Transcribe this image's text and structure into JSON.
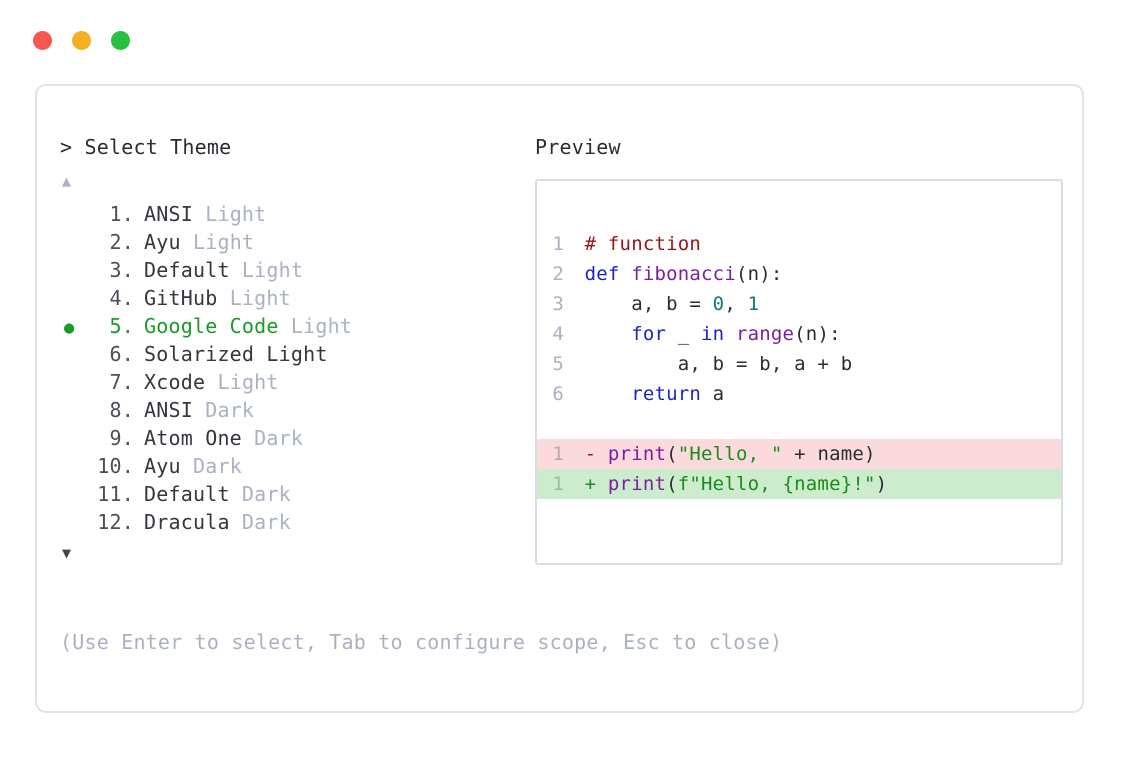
{
  "window": {
    "dots": [
      {
        "name": "close",
        "color": "#f9564f"
      },
      {
        "name": "minimize",
        "color": "#f6b024"
      },
      {
        "name": "maximize",
        "color": "#28c03e"
      }
    ]
  },
  "picker": {
    "prompt_caret": ">",
    "prompt_label": "Select Theme",
    "scroll_up": "▲",
    "scroll_down": "▼",
    "bullet_glyph": "●",
    "selected_index": 5,
    "items": [
      {
        "num": "1.",
        "name": "ANSI",
        "variant": " Light"
      },
      {
        "num": "2.",
        "name": "Ayu",
        "variant": " Light"
      },
      {
        "num": "3.",
        "name": "Default",
        "variant": " Light"
      },
      {
        "num": "4.",
        "name": "GitHub",
        "variant": " Light"
      },
      {
        "num": "5.",
        "name": "Google Code",
        "variant": " Light"
      },
      {
        "num": "6.",
        "name": "Solarized Light",
        "variant": ""
      },
      {
        "num": "7.",
        "name": "Xcode",
        "variant": " Light"
      },
      {
        "num": "8.",
        "name": "ANSI",
        "variant": " Dark"
      },
      {
        "num": "9.",
        "name": "Atom One",
        "variant": " Dark"
      },
      {
        "num": "10.",
        "name": "Ayu",
        "variant": " Dark"
      },
      {
        "num": "11.",
        "name": "Default",
        "variant": " Dark"
      },
      {
        "num": "12.",
        "name": "Dracula",
        "variant": " Dark"
      }
    ],
    "hint": "(Use Enter to select, Tab to configure scope, Esc to close)"
  },
  "preview": {
    "title": "Preview",
    "code_lines": [
      {
        "ln": "1",
        "diff": "",
        "tokens": [
          {
            "t": " ",
            "c": "plain"
          },
          {
            "t": "# function",
            "c": "comment"
          }
        ]
      },
      {
        "ln": "2",
        "diff": "",
        "tokens": [
          {
            "t": " ",
            "c": "plain"
          },
          {
            "t": "def",
            "c": "kw"
          },
          {
            "t": " ",
            "c": "plain"
          },
          {
            "t": "fibonacci",
            "c": "fn"
          },
          {
            "t": "(n):",
            "c": "punct"
          }
        ]
      },
      {
        "ln": "3",
        "diff": "",
        "tokens": [
          {
            "t": "     a, b = ",
            "c": "plain"
          },
          {
            "t": "0",
            "c": "num"
          },
          {
            "t": ", ",
            "c": "plain"
          },
          {
            "t": "1",
            "c": "num"
          }
        ]
      },
      {
        "ln": "4",
        "diff": "",
        "tokens": [
          {
            "t": "     ",
            "c": "plain"
          },
          {
            "t": "for",
            "c": "kw"
          },
          {
            "t": " _ ",
            "c": "plain"
          },
          {
            "t": "in",
            "c": "kw"
          },
          {
            "t": " ",
            "c": "plain"
          },
          {
            "t": "range",
            "c": "fn"
          },
          {
            "t": "(n):",
            "c": "punct"
          }
        ]
      },
      {
        "ln": "5",
        "diff": "",
        "tokens": [
          {
            "t": "         a, b = b, a + b",
            "c": "plain"
          }
        ]
      },
      {
        "ln": "6",
        "diff": "",
        "tokens": [
          {
            "t": "     ",
            "c": "plain"
          },
          {
            "t": "return",
            "c": "kw"
          },
          {
            "t": " a",
            "c": "plain"
          }
        ]
      },
      {
        "ln": "",
        "diff": "",
        "tokens": []
      },
      {
        "ln": "1",
        "diff": "del",
        "tokens": [
          {
            "t": " ",
            "c": "plain"
          },
          {
            "t": "-",
            "c": "delmark"
          },
          {
            "t": " ",
            "c": "plain"
          },
          {
            "t": "print",
            "c": "fn"
          },
          {
            "t": "(",
            "c": "punct"
          },
          {
            "t": "\"Hello, \"",
            "c": "str"
          },
          {
            "t": " + name)",
            "c": "plain"
          }
        ]
      },
      {
        "ln": "1",
        "diff": "add",
        "tokens": [
          {
            "t": " ",
            "c": "plain"
          },
          {
            "t": "+",
            "c": "addmark"
          },
          {
            "t": " ",
            "c": "plain"
          },
          {
            "t": "print",
            "c": "fn"
          },
          {
            "t": "(",
            "c": "punct"
          },
          {
            "t": "f\"Hello, {name}!\"",
            "c": "str"
          },
          {
            "t": ")",
            "c": "punct"
          }
        ]
      }
    ]
  },
  "colors": {
    "accent_green": "#1a9b29",
    "muted": "#aab2c2",
    "text": "#2c2c34",
    "border": "#dfe2e8",
    "diff_del_bg": "#fadadd",
    "diff_add_bg": "#cdeccd"
  }
}
